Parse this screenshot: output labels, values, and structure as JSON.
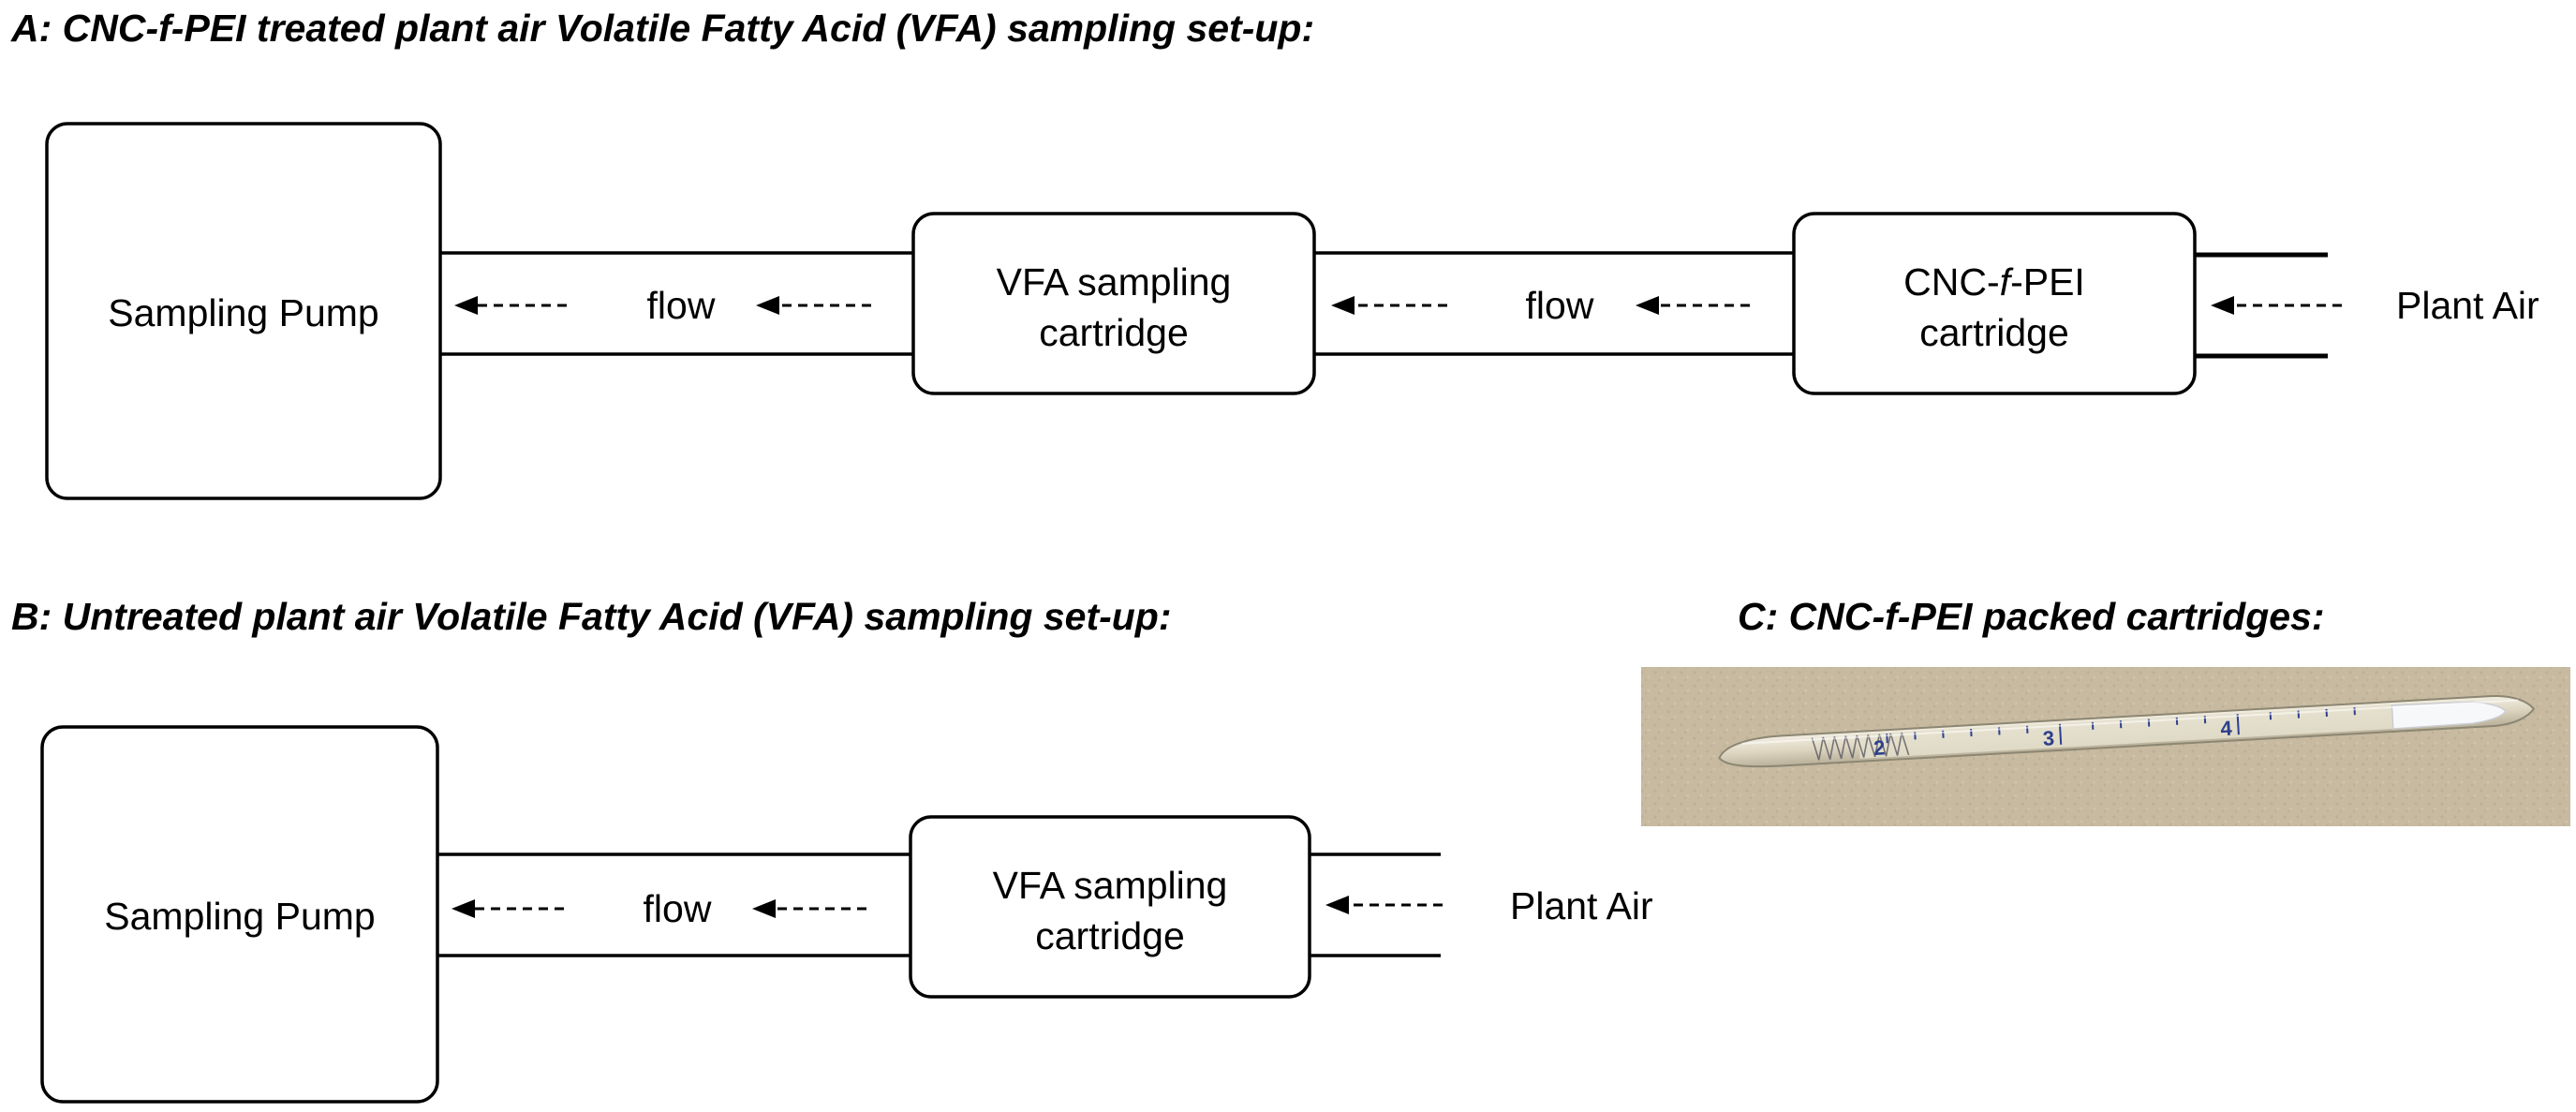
{
  "panel_a": {
    "title": "A: CNC-f-PEI treated plant air Volatile Fatty Acid (VFA) sampling set-up:",
    "pump_label": "Sampling Pump",
    "vfa_label_line1": "VFA sampling",
    "vfa_label_line2": "cartridge",
    "cnc_label_prefix": "CNC-",
    "cnc_label_f": "f",
    "cnc_label_suffix": "-PEI",
    "cnc_label_line2": "cartridge",
    "flow_label_1": "flow",
    "flow_label_2": "flow",
    "inlet_label": "Plant Air"
  },
  "panel_b": {
    "title": "B: Untreated plant air Volatile Fatty Acid (VFA) sampling set-up:",
    "pump_label": "Sampling Pump",
    "vfa_label_line1": "VFA sampling",
    "vfa_label_line2": "cartridge",
    "flow_label": "flow",
    "inlet_label": "Plant Air"
  },
  "panel_c": {
    "title": "C: CNC-f-PEI packed cartridges:",
    "photo_marks": [
      "2",
      "3",
      "4"
    ]
  },
  "colors": {
    "line": "#000000",
    "photo_background": "#c9bda3",
    "tube_glass": "#d9d2bd",
    "packing": "#e6e0cf",
    "ink": "#2c3f8c"
  }
}
